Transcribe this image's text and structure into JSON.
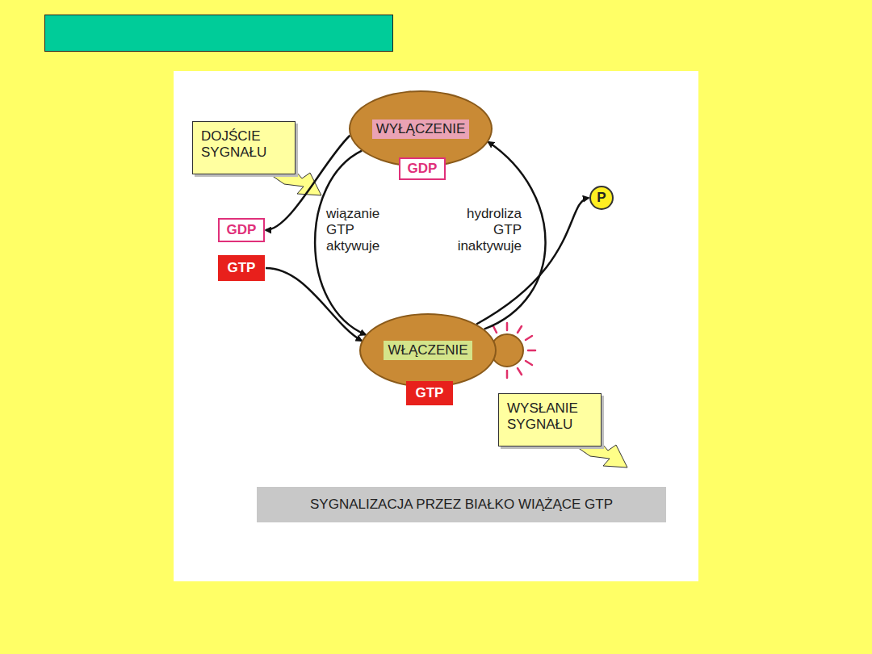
{
  "diagram": {
    "caption": "SYGNALIZACJA PRZEZ BIAŁKO WIĄŻĄCE GTP",
    "nodes": [
      {
        "text": [
          "WYŁĄCZENIE"
        ]
      },
      {
        "text": [
          "GDP"
        ],
        "in": 0
      },
      {
        "text": [
          "WŁĄCZENIE"
        ]
      },
      {
        "text": [
          "GTP"
        ],
        "in": 2
      },
      {
        "text": [
          "DOJŚCIE SYGNAŁU"
        ]
      },
      {
        "text": [
          "WYSŁANIE SYGNAŁU"
        ]
      },
      {
        "text": [
          "GDP"
        ]
      },
      {
        "text": [
          "GTP"
        ]
      },
      {
        "text": [
          "P"
        ]
      }
    ],
    "edges": [
      {
        "from": 0,
        "to": 2,
        "label": "wiązanie GTP aktywuje",
        "arrow": "to"
      },
      {
        "from": 2,
        "to": 0,
        "label": "hydroliza GTP inaktywuje",
        "arrow": "to"
      },
      {
        "from": 0,
        "to": 6,
        "arrow": "to"
      },
      {
        "from": 7,
        "to": 2,
        "arrow": "to"
      },
      {
        "from": 2,
        "to": 8,
        "arrow": "to"
      }
    ]
  }
}
